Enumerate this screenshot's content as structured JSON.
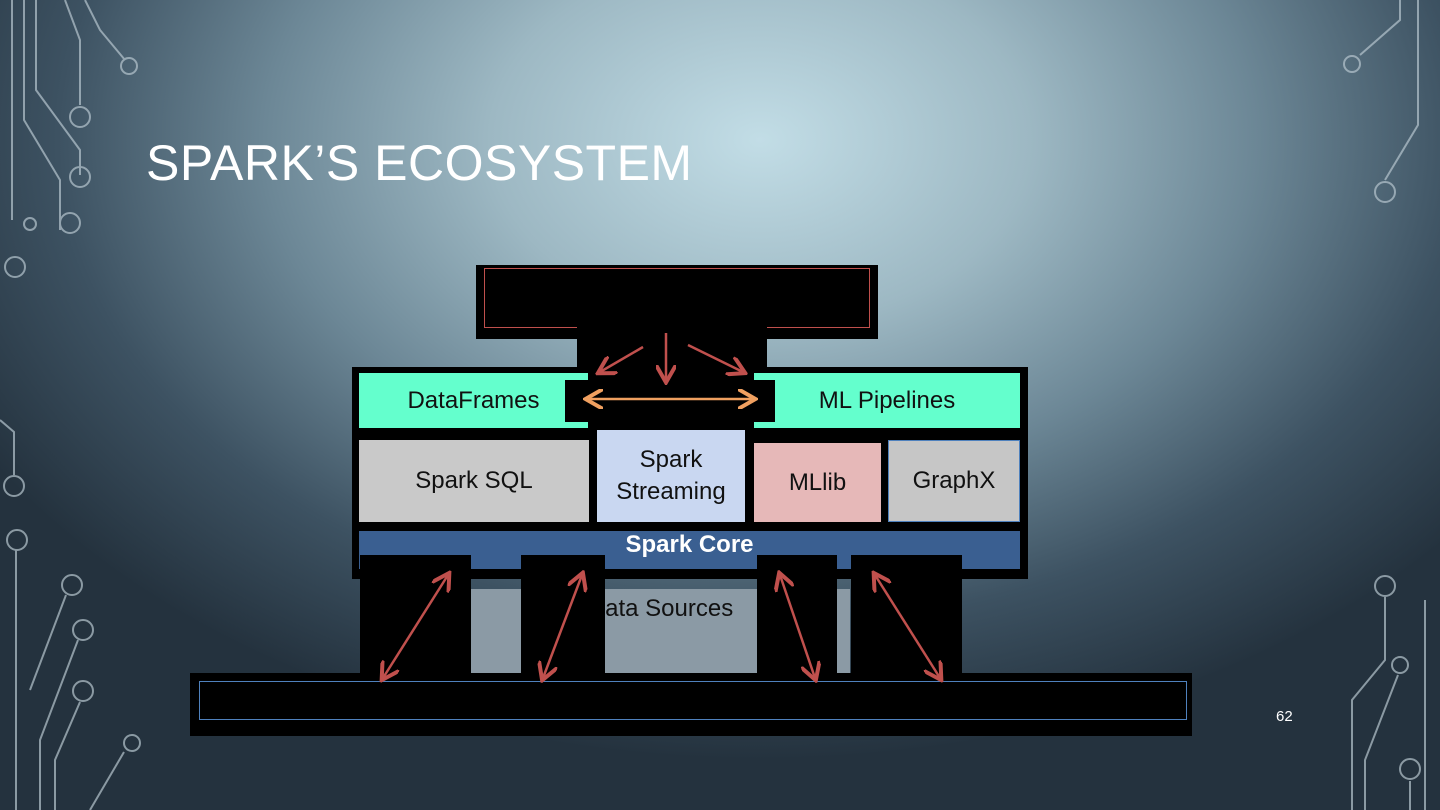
{
  "slide": {
    "title": "SPARK’S ECOSYSTEM",
    "page_number": "62"
  },
  "diagram": {
    "libraries": {
      "dataframes": "DataFrames",
      "ml_pipelines": "ML Pipelines",
      "spark_sql": "Spark SQL",
      "spark_streaming": "Spark\nStreaming",
      "mllib": "MLlib",
      "graphx": "GraphX"
    },
    "core": "Spark Core",
    "data_sources": "Data Sources"
  },
  "colors": {
    "dataframes_fill": "#64ffcd",
    "ml_pipelines_fill": "#64ffcd",
    "spark_sql_fill": "#c9c9c9",
    "spark_streaming_fill": "#c9d7f1",
    "mllib_fill": "#e6b8b8",
    "graphx_fill": "#c6c6c6",
    "core_fill": "#3a5f91",
    "data_sources_fill": "#8b9aa5",
    "arrow_red": "#c0504d",
    "arrow_orange": "#f0a060"
  }
}
